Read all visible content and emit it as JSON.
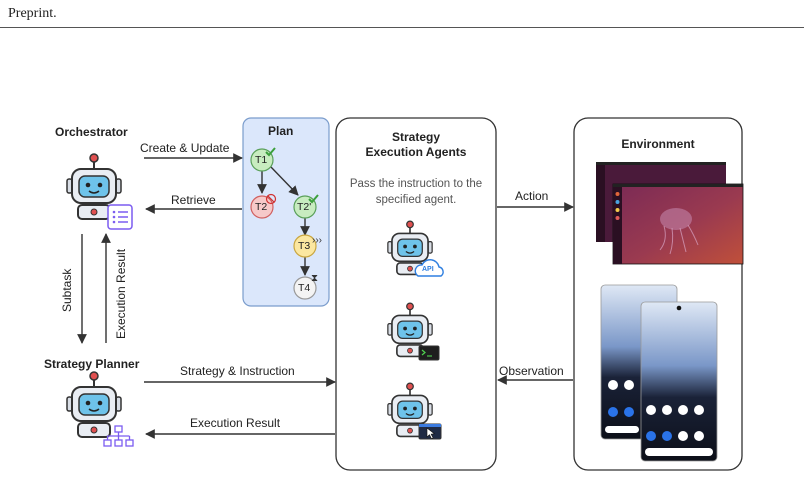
{
  "header": {
    "text": "Preprint."
  },
  "orchestrator": {
    "title": "Orchestrator"
  },
  "planner": {
    "title": "Strategy Planner"
  },
  "plan": {
    "title": "Plan",
    "tasks": [
      {
        "label": "T1",
        "status": "done"
      },
      {
        "label": "T2",
        "status": "failed"
      },
      {
        "label": "T2'",
        "status": "done"
      },
      {
        "label": "T3",
        "status": "in-progress"
      },
      {
        "label": "T4",
        "status": "pending"
      }
    ]
  },
  "agents": {
    "title_line1": "Strategy",
    "title_line2": "Execution Agents",
    "desc_line1": "Pass the instruction to the",
    "desc_line2": "specified agent.",
    "api_label": "API"
  },
  "environment": {
    "title": "Environment"
  },
  "arrows": {
    "create_update": "Create & Update",
    "retrieve": "Retrieve",
    "subtask": "Subtask",
    "execution_result_vertical": "Execution Result",
    "strategy_instruction": "Strategy & Instruction",
    "execution_result_bottom": "Execution Result",
    "action": "Action",
    "observation": "Observation"
  },
  "colors": {
    "plan_bg": "#dbe7fb",
    "plan_border": "#7a9ccc",
    "done_green": "#c8ecc0",
    "failed_red": "#f6c9c9",
    "progress_yellow": "#fbe7a0",
    "robot_body": "#e9edf3",
    "accent_purple": "#7b5cf0"
  }
}
